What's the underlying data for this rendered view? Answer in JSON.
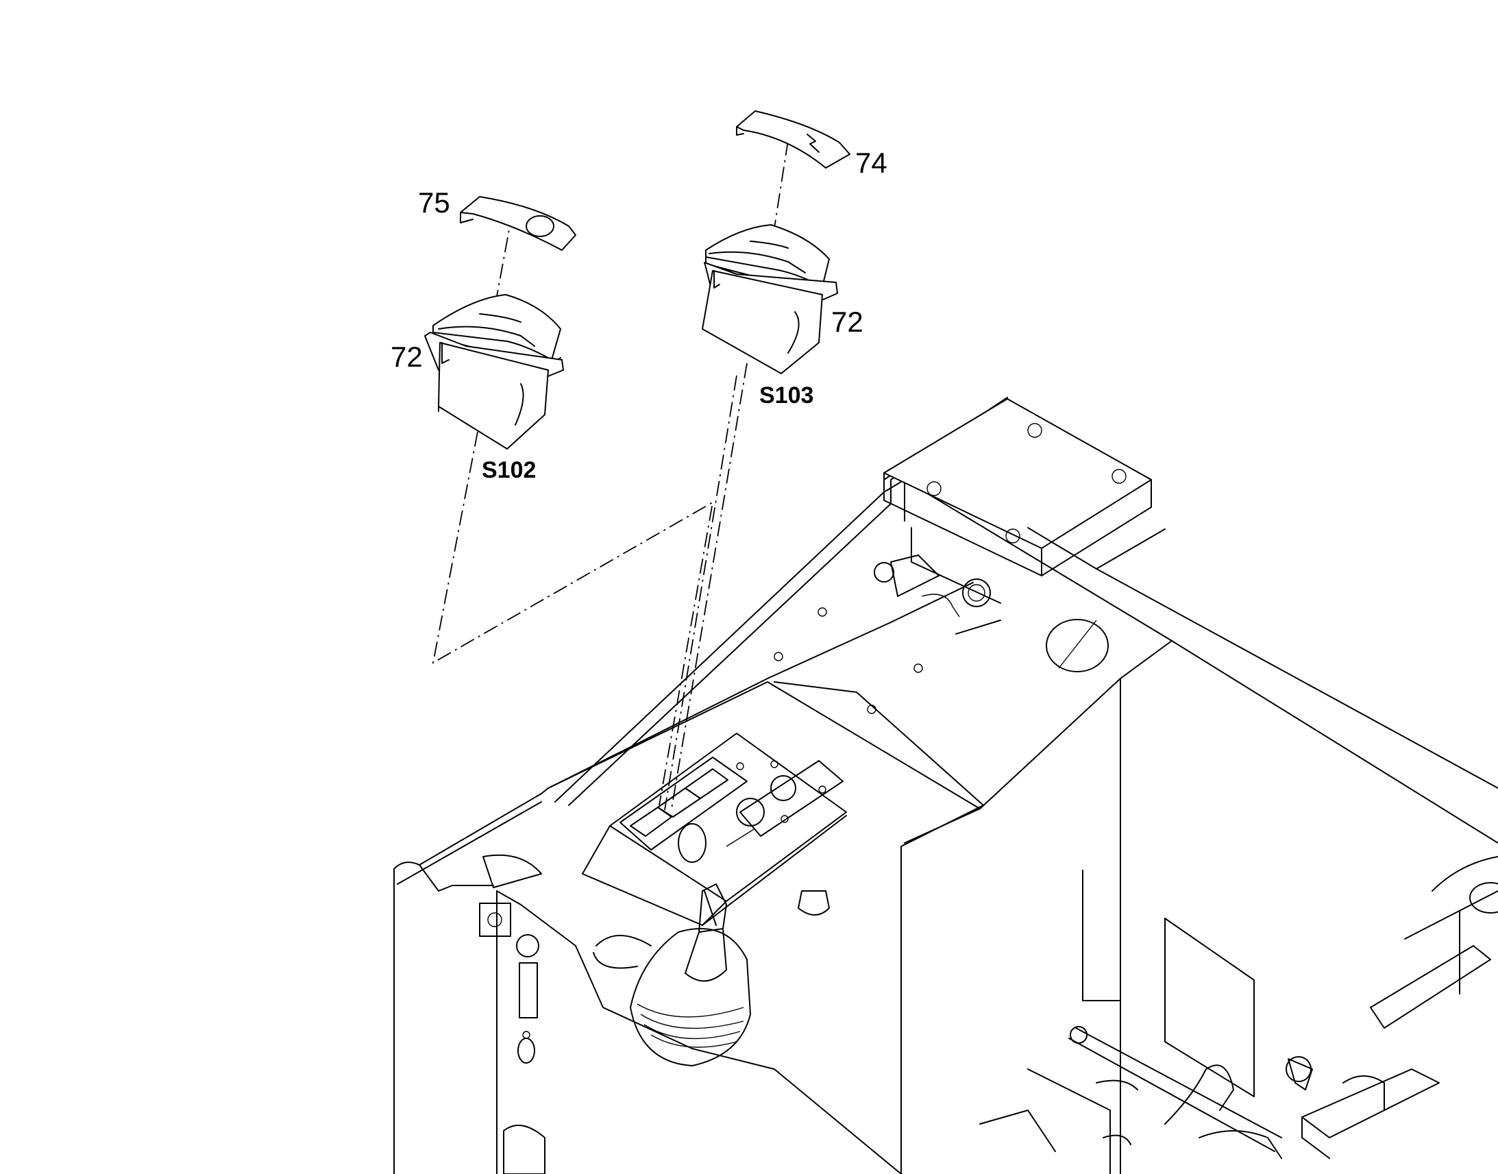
{
  "callouts": {
    "lens_s102": "75",
    "lens_s103": "74",
    "switch_left": "72",
    "switch_right": "72"
  },
  "parts": {
    "switch_s102": "S102",
    "switch_s103": "S103"
  },
  "icons": {
    "lens_s102_symbol": "circle-icon",
    "lens_s103_symbol": "lightning-icon"
  },
  "colors": {
    "line": "#000000",
    "background": "#ffffff"
  }
}
